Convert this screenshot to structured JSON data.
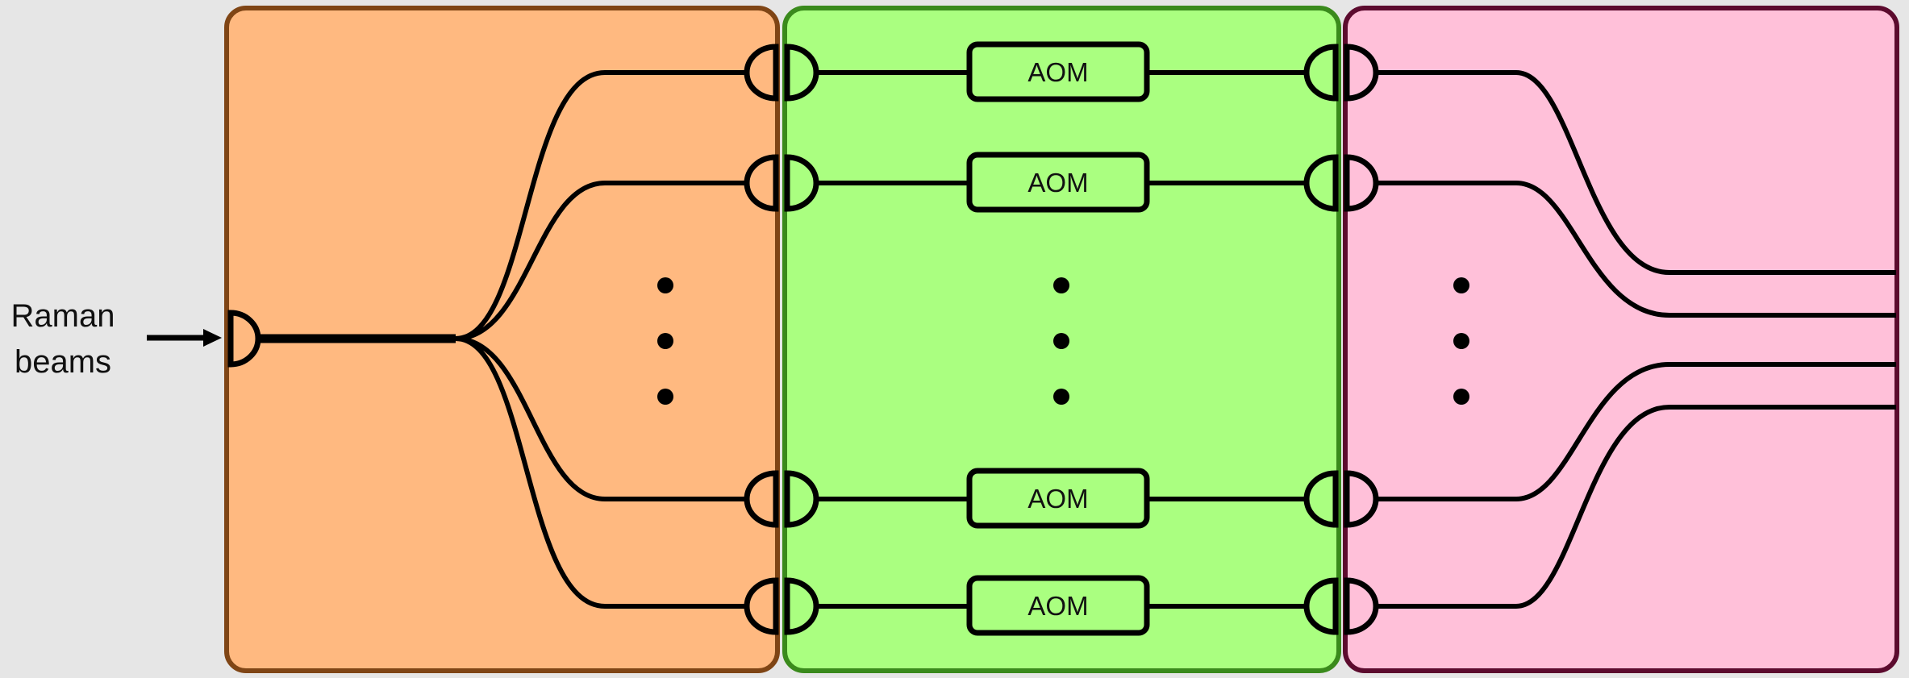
{
  "input": {
    "label_line1": "Raman",
    "label_line2": "beams"
  },
  "colors": {
    "background": "#e6e6e6",
    "splitter_panel_fill": "#ffb980",
    "splitter_panel_border": "#7f4515",
    "aom_panel_fill": "#aaff80",
    "aom_panel_border": "#3a8a1c",
    "combiner_panel_fill": "#ffc0d9",
    "combiner_panel_border": "#5c0b2e",
    "line": "#000000"
  },
  "aoms": [
    {
      "label": "AOM"
    },
    {
      "label": "AOM"
    },
    {
      "label": "AOM"
    },
    {
      "label": "AOM"
    }
  ],
  "ellipsis_dots_per_panel": 3
}
